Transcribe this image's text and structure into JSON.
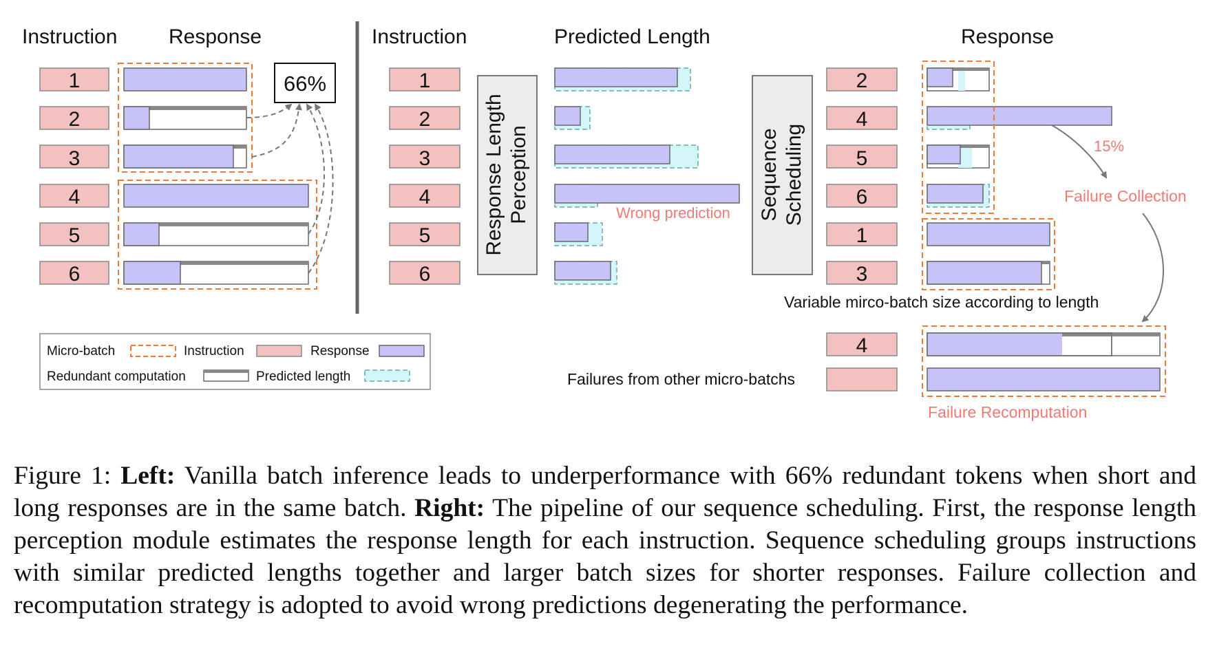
{
  "colors": {
    "instruction_fill": "#f4c1c1",
    "response_fill": "#c5c3f7",
    "predicted_fill": "#d3f7f9",
    "batch_border": "#f07838",
    "red_text": "#f07a74",
    "panel_fill": "#ececec",
    "divider": "#666666"
  },
  "left": {
    "instruction_header": "Instruction",
    "response_header": "Response",
    "redundant_badge": "66%",
    "ids": [
      "1",
      "2",
      "3",
      "4",
      "5",
      "6"
    ]
  },
  "middle": {
    "instruction_header": "Instruction",
    "predicted_header": "Predicted Length",
    "ids": [
      "1",
      "2",
      "3",
      "4",
      "5",
      "6"
    ],
    "perception_label_line1": "Response Length",
    "perception_label_line2": "Perception",
    "wrong_prediction_label": "Wrong prediction"
  },
  "right": {
    "scheduling_label_line1": "Sequence",
    "scheduling_label_line2": "Scheduling",
    "response_header": "Response",
    "ids": [
      "2",
      "4",
      "5",
      "6",
      "1",
      "3"
    ],
    "recompute_id": "4",
    "failure_percent": "15%",
    "failure_collection_label": "Failure Collection",
    "variable_batch_label": "Variable mirco-batch size according to length",
    "failures_other_label": "Failures from other micro-batchs",
    "failure_recomputation_label": "Failure Recomputation"
  },
  "legend": {
    "micro_batch": "Micro-batch",
    "instruction": "Instruction",
    "response": "Response",
    "redundant": "Redundant computation",
    "predicted": "Predicted length"
  },
  "caption": {
    "prefix": "Figure 1: ",
    "left_label": "Left:",
    "left_text": " Vanilla batch inference leads to underperformance with 66% redundant tokens when short and long responses are in the same batch. ",
    "right_label": "Right:",
    "right_text": " The pipeline of our sequence scheduling. First, the response length perception module estimates the response length for each instruction. Sequence scheduling groups instructions with similar predicted lengths together and larger batch sizes for shorter responses. Failure collection and recomputation strategy is adopted to avoid wrong predictions degenerating the performance."
  }
}
